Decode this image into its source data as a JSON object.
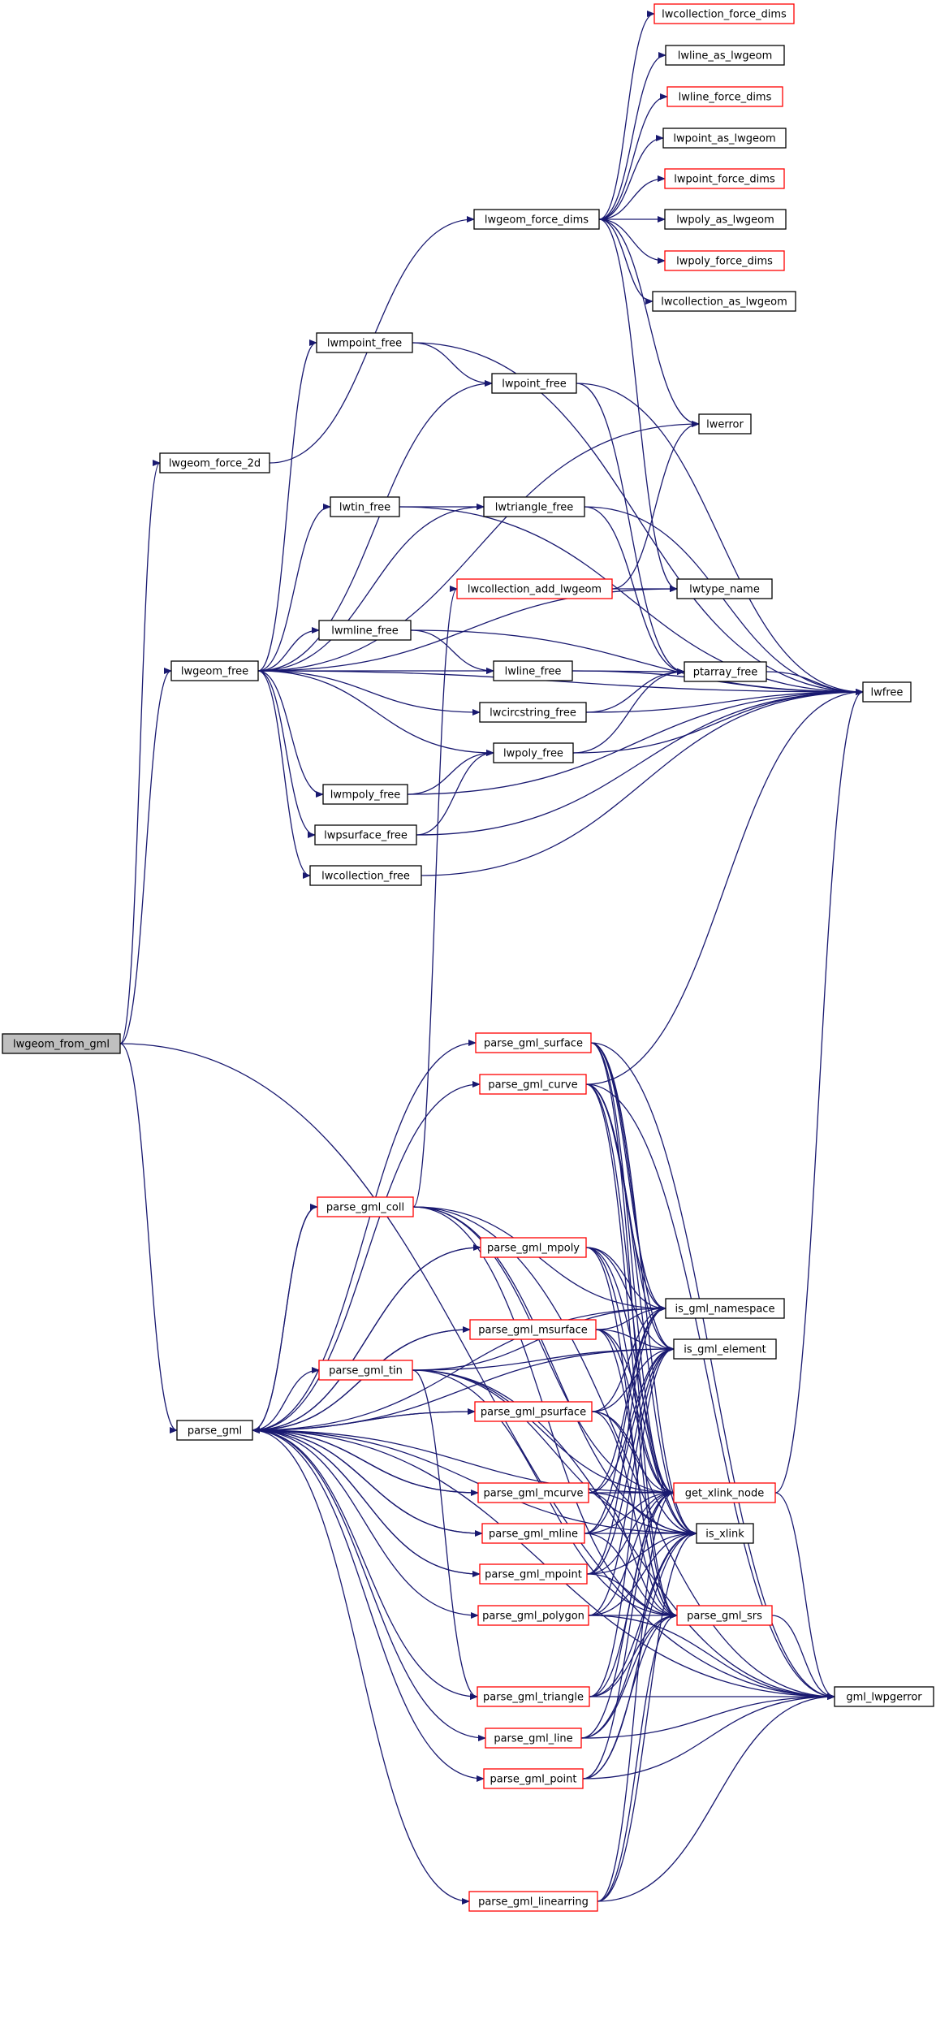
{
  "colors": {
    "edge": "#191970",
    "node_border_default": "#000000",
    "node_border_truncated": "#ff0000",
    "root_fill": "#bfbfbf",
    "node_fill": "#ffffff"
  },
  "nodes": [
    {
      "id": "lwgeom_from_gml",
      "label": "lwgeom_from_gml",
      "style": "root"
    },
    {
      "id": "lwgeom_force_2d",
      "label": "lwgeom_force_2d",
      "style": "normal"
    },
    {
      "id": "lwgeom_force_dims",
      "label": "lwgeom_force_dims",
      "style": "normal"
    },
    {
      "id": "lwcollection_force_dims",
      "label": "lwcollection_force_dims",
      "style": "truncated"
    },
    {
      "id": "lwline_as_lwgeom",
      "label": "lwline_as_lwgeom",
      "style": "normal"
    },
    {
      "id": "lwline_force_dims",
      "label": "lwline_force_dims",
      "style": "truncated"
    },
    {
      "id": "lwpoint_as_lwgeom",
      "label": "lwpoint_as_lwgeom",
      "style": "normal"
    },
    {
      "id": "lwpoint_force_dims",
      "label": "lwpoint_force_dims",
      "style": "truncated"
    },
    {
      "id": "lwpoly_as_lwgeom",
      "label": "lwpoly_as_lwgeom",
      "style": "normal"
    },
    {
      "id": "lwpoly_force_dims",
      "label": "lwpoly_force_dims",
      "style": "truncated"
    },
    {
      "id": "lwcollection_as_lwgeom",
      "label": "lwcollection_as_lwgeom",
      "style": "normal"
    },
    {
      "id": "lwmpoint_free",
      "label": "lwmpoint_free",
      "style": "normal"
    },
    {
      "id": "lwpoint_free",
      "label": "lwpoint_free",
      "style": "normal"
    },
    {
      "id": "lwerror",
      "label": "lwerror",
      "style": "normal"
    },
    {
      "id": "lwtin_free",
      "label": "lwtin_free",
      "style": "normal"
    },
    {
      "id": "lwtriangle_free",
      "label": "lwtriangle_free",
      "style": "normal"
    },
    {
      "id": "lwcollection_add_lwgeom",
      "label": "lwcollection_add_lwgeom",
      "style": "truncated"
    },
    {
      "id": "lwtype_name",
      "label": "lwtype_name",
      "style": "normal"
    },
    {
      "id": "lwmline_free",
      "label": "lwmline_free",
      "style": "normal"
    },
    {
      "id": "lwgeom_free",
      "label": "lwgeom_free",
      "style": "normal"
    },
    {
      "id": "lwline_free",
      "label": "lwline_free",
      "style": "normal"
    },
    {
      "id": "ptarray_free",
      "label": "ptarray_free",
      "style": "normal"
    },
    {
      "id": "lwfree",
      "label": "lwfree",
      "style": "normal"
    },
    {
      "id": "lwcircstring_free",
      "label": "lwcircstring_free",
      "style": "normal"
    },
    {
      "id": "lwpoly_free",
      "label": "lwpoly_free",
      "style": "normal"
    },
    {
      "id": "lwmpoly_free",
      "label": "lwmpoly_free",
      "style": "normal"
    },
    {
      "id": "lwpsurface_free",
      "label": "lwpsurface_free",
      "style": "normal"
    },
    {
      "id": "lwcollection_free",
      "label": "lwcollection_free",
      "style": "normal"
    },
    {
      "id": "parse_gml_surface",
      "label": "parse_gml_surface",
      "style": "truncated"
    },
    {
      "id": "parse_gml_curve",
      "label": "parse_gml_curve",
      "style": "truncated"
    },
    {
      "id": "parse_gml_coll",
      "label": "parse_gml_coll",
      "style": "truncated"
    },
    {
      "id": "parse_gml_mpoly",
      "label": "parse_gml_mpoly",
      "style": "truncated"
    },
    {
      "id": "is_gml_namespace",
      "label": "is_gml_namespace",
      "style": "normal"
    },
    {
      "id": "parse_gml_msurface",
      "label": "parse_gml_msurface",
      "style": "truncated"
    },
    {
      "id": "is_gml_element",
      "label": "is_gml_element",
      "style": "normal"
    },
    {
      "id": "parse_gml_tin",
      "label": "parse_gml_tin",
      "style": "truncated"
    },
    {
      "id": "parse_gml_psurface",
      "label": "parse_gml_psurface",
      "style": "truncated"
    },
    {
      "id": "parse_gml",
      "label": "parse_gml",
      "style": "normal"
    },
    {
      "id": "parse_gml_mcurve",
      "label": "parse_gml_mcurve",
      "style": "truncated"
    },
    {
      "id": "get_xlink_node",
      "label": "get_xlink_node",
      "style": "truncated"
    },
    {
      "id": "parse_gml_mline",
      "label": "parse_gml_mline",
      "style": "truncated"
    },
    {
      "id": "is_xlink",
      "label": "is_xlink",
      "style": "normal"
    },
    {
      "id": "parse_gml_mpoint",
      "label": "parse_gml_mpoint",
      "style": "truncated"
    },
    {
      "id": "parse_gml_polygon",
      "label": "parse_gml_polygon",
      "style": "truncated"
    },
    {
      "id": "parse_gml_srs",
      "label": "parse_gml_srs",
      "style": "truncated"
    },
    {
      "id": "parse_gml_triangle",
      "label": "parse_gml_triangle",
      "style": "truncated"
    },
    {
      "id": "gml_lwpgerror",
      "label": "gml_lwpgerror",
      "style": "normal"
    },
    {
      "id": "parse_gml_line",
      "label": "parse_gml_line",
      "style": "truncated"
    },
    {
      "id": "parse_gml_point",
      "label": "parse_gml_point",
      "style": "truncated"
    },
    {
      "id": "parse_gml_linearring",
      "label": "parse_gml_linearring",
      "style": "truncated"
    }
  ],
  "edges": [
    [
      "lwgeom_from_gml",
      "lwgeom_force_2d"
    ],
    [
      "lwgeom_from_gml",
      "lwgeom_free"
    ],
    [
      "lwgeom_from_gml",
      "parse_gml"
    ],
    [
      "lwgeom_from_gml",
      "gml_lwpgerror"
    ],
    [
      "lwgeom_force_2d",
      "lwgeom_force_dims"
    ],
    [
      "lwgeom_force_dims",
      "lwcollection_force_dims"
    ],
    [
      "lwgeom_force_dims",
      "lwline_as_lwgeom"
    ],
    [
      "lwgeom_force_dims",
      "lwline_force_dims"
    ],
    [
      "lwgeom_force_dims",
      "lwpoint_as_lwgeom"
    ],
    [
      "lwgeom_force_dims",
      "lwpoint_force_dims"
    ],
    [
      "lwgeom_force_dims",
      "lwpoly_as_lwgeom"
    ],
    [
      "lwgeom_force_dims",
      "lwpoly_force_dims"
    ],
    [
      "lwgeom_force_dims",
      "lwcollection_as_lwgeom"
    ],
    [
      "lwgeom_force_dims",
      "lwerror"
    ],
    [
      "lwgeom_force_dims",
      "lwtype_name"
    ],
    [
      "lwgeom_free",
      "lwmpoint_free"
    ],
    [
      "lwgeom_free",
      "lwpoint_free"
    ],
    [
      "lwgeom_free",
      "lwerror"
    ],
    [
      "lwgeom_free",
      "lwtin_free"
    ],
    [
      "lwgeom_free",
      "lwtriangle_free"
    ],
    [
      "lwgeom_free",
      "lwtype_name"
    ],
    [
      "lwgeom_free",
      "lwfree"
    ],
    [
      "lwgeom_free",
      "lwmline_free"
    ],
    [
      "lwgeom_free",
      "lwline_free"
    ],
    [
      "lwgeom_free",
      "lwcircstring_free"
    ],
    [
      "lwgeom_free",
      "lwpoly_free"
    ],
    [
      "lwgeom_free",
      "lwmpoly_free"
    ],
    [
      "lwgeom_free",
      "lwpsurface_free"
    ],
    [
      "lwgeom_free",
      "lwcollection_free"
    ],
    [
      "lwmpoint_free",
      "lwpoint_free"
    ],
    [
      "lwmpoint_free",
      "lwfree"
    ],
    [
      "lwpoint_free",
      "lwfree"
    ],
    [
      "lwpoint_free",
      "ptarray_free"
    ],
    [
      "lwtin_free",
      "lwtriangle_free"
    ],
    [
      "lwtin_free",
      "lwfree"
    ],
    [
      "lwtriangle_free",
      "lwfree"
    ],
    [
      "lwtriangle_free",
      "ptarray_free"
    ],
    [
      "lwmline_free",
      "lwline_free"
    ],
    [
      "lwmline_free",
      "lwfree"
    ],
    [
      "lwline_free",
      "ptarray_free"
    ],
    [
      "lwline_free",
      "lwfree"
    ],
    [
      "lwcircstring_free",
      "ptarray_free"
    ],
    [
      "lwcircstring_free",
      "lwfree"
    ],
    [
      "lwpoly_free",
      "ptarray_free"
    ],
    [
      "lwpoly_free",
      "lwfree"
    ],
    [
      "lwmpoly_free",
      "lwpoly_free"
    ],
    [
      "lwmpoly_free",
      "lwfree"
    ],
    [
      "lwpsurface_free",
      "lwpoly_free"
    ],
    [
      "lwpsurface_free",
      "lwfree"
    ],
    [
      "lwcollection_free",
      "lwfree"
    ],
    [
      "ptarray_free",
      "lwfree"
    ],
    [
      "lwcollection_add_lwgeom",
      "lwerror"
    ],
    [
      "lwcollection_add_lwgeom",
      "lwtype_name"
    ],
    [
      "parse_gml",
      "parse_gml_surface"
    ],
    [
      "parse_gml",
      "parse_gml_curve"
    ],
    [
      "parse_gml",
      "parse_gml_coll"
    ],
    [
      "parse_gml",
      "parse_gml_mpoly"
    ],
    [
      "parse_gml",
      "parse_gml_msurface"
    ],
    [
      "parse_gml",
      "parse_gml_tin"
    ],
    [
      "parse_gml",
      "parse_gml_psurface"
    ],
    [
      "parse_gml",
      "parse_gml_mcurve"
    ],
    [
      "parse_gml",
      "parse_gml_mline"
    ],
    [
      "parse_gml",
      "parse_gml_mpoint"
    ],
    [
      "parse_gml",
      "parse_gml_polygon"
    ],
    [
      "parse_gml",
      "parse_gml_triangle"
    ],
    [
      "parse_gml",
      "parse_gml_line"
    ],
    [
      "parse_gml",
      "parse_gml_point"
    ],
    [
      "parse_gml",
      "parse_gml_linearring"
    ],
    [
      "parse_gml",
      "is_gml_namespace"
    ],
    [
      "parse_gml",
      "is_gml_element"
    ],
    [
      "parse_gml",
      "get_xlink_node"
    ],
    [
      "parse_gml",
      "is_xlink"
    ],
    [
      "parse_gml",
      "gml_lwpgerror"
    ],
    [
      "parse_gml_coll",
      "parse_gml"
    ],
    [
      "parse_gml_mpoly",
      "parse_gml"
    ],
    [
      "parse_gml_msurface",
      "parse_gml"
    ],
    [
      "parse_gml_psurface",
      "parse_gml"
    ],
    [
      "parse_gml_mcurve",
      "parse_gml"
    ],
    [
      "parse_gml_mline",
      "parse_gml"
    ],
    [
      "parse_gml_mpoint",
      "parse_gml"
    ],
    [
      "parse_gml_surface",
      "is_gml_namespace"
    ],
    [
      "parse_gml_surface",
      "is_gml_element"
    ],
    [
      "parse_gml_surface",
      "get_xlink_node"
    ],
    [
      "parse_gml_surface",
      "is_xlink"
    ],
    [
      "parse_gml_surface",
      "parse_gml_srs"
    ],
    [
      "parse_gml_surface",
      "gml_lwpgerror"
    ],
    [
      "parse_gml_curve",
      "is_gml_namespace"
    ],
    [
      "parse_gml_curve",
      "is_gml_element"
    ],
    [
      "parse_gml_curve",
      "get_xlink_node"
    ],
    [
      "parse_gml_curve",
      "is_xlink"
    ],
    [
      "parse_gml_curve",
      "parse_gml_srs"
    ],
    [
      "parse_gml_curve",
      "gml_lwpgerror"
    ],
    [
      "parse_gml_curve",
      "lwfree"
    ],
    [
      "parse_gml_coll",
      "lwcollection_add_lwgeom"
    ],
    [
      "parse_gml_coll",
      "is_gml_namespace"
    ],
    [
      "parse_gml_coll",
      "get_xlink_node"
    ],
    [
      "parse_gml_coll",
      "is_xlink"
    ],
    [
      "parse_gml_coll",
      "parse_gml_srs"
    ],
    [
      "parse_gml_coll",
      "gml_lwpgerror"
    ],
    [
      "parse_gml_mpoly",
      "is_gml_namespace"
    ],
    [
      "parse_gml_mpoly",
      "is_gml_element"
    ],
    [
      "parse_gml_mpoly",
      "get_xlink_node"
    ],
    [
      "parse_gml_mpoly",
      "is_xlink"
    ],
    [
      "parse_gml_mpoly",
      "parse_gml_srs"
    ],
    [
      "parse_gml_msurface",
      "is_gml_namespace"
    ],
    [
      "parse_gml_msurface",
      "is_gml_element"
    ],
    [
      "parse_gml_msurface",
      "get_xlink_node"
    ],
    [
      "parse_gml_msurface",
      "is_xlink"
    ],
    [
      "parse_gml_msurface",
      "parse_gml_srs"
    ],
    [
      "parse_gml_tin",
      "is_gml_namespace"
    ],
    [
      "parse_gml_tin",
      "is_gml_element"
    ],
    [
      "parse_gml_tin",
      "get_xlink_node"
    ],
    [
      "parse_gml_tin",
      "is_xlink"
    ],
    [
      "parse_gml_tin",
      "parse_gml_srs"
    ],
    [
      "parse_gml_tin",
      "parse_gml_triangle"
    ],
    [
      "parse_gml_tin",
      "gml_lwpgerror"
    ],
    [
      "parse_gml_psurface",
      "is_gml_namespace"
    ],
    [
      "parse_gml_psurface",
      "is_gml_element"
    ],
    [
      "parse_gml_psurface",
      "get_xlink_node"
    ],
    [
      "parse_gml_psurface",
      "is_xlink"
    ],
    [
      "parse_gml_psurface",
      "parse_gml_srs"
    ],
    [
      "parse_gml_mcurve",
      "is_gml_namespace"
    ],
    [
      "parse_gml_mcurve",
      "is_gml_element"
    ],
    [
      "parse_gml_mcurve",
      "get_xlink_node"
    ],
    [
      "parse_gml_mcurve",
      "is_xlink"
    ],
    [
      "parse_gml_mcurve",
      "parse_gml_srs"
    ],
    [
      "parse_gml_mline",
      "is_gml_namespace"
    ],
    [
      "parse_gml_mline",
      "is_gml_element"
    ],
    [
      "parse_gml_mline",
      "get_xlink_node"
    ],
    [
      "parse_gml_mline",
      "is_xlink"
    ],
    [
      "parse_gml_mline",
      "parse_gml_srs"
    ],
    [
      "parse_gml_mpoint",
      "is_gml_namespace"
    ],
    [
      "parse_gml_mpoint",
      "is_gml_element"
    ],
    [
      "parse_gml_mpoint",
      "get_xlink_node"
    ],
    [
      "parse_gml_mpoint",
      "is_xlink"
    ],
    [
      "parse_gml_mpoint",
      "parse_gml_srs"
    ],
    [
      "parse_gml_polygon",
      "is_gml_element"
    ],
    [
      "parse_gml_polygon",
      "get_xlink_node"
    ],
    [
      "parse_gml_polygon",
      "is_xlink"
    ],
    [
      "parse_gml_polygon",
      "parse_gml_srs"
    ],
    [
      "parse_gml_polygon",
      "gml_lwpgerror"
    ],
    [
      "parse_gml_triangle",
      "is_gml_element"
    ],
    [
      "parse_gml_triangle",
      "get_xlink_node"
    ],
    [
      "parse_gml_triangle",
      "is_xlink"
    ],
    [
      "parse_gml_triangle",
      "parse_gml_srs"
    ],
    [
      "parse_gml_triangle",
      "gml_lwpgerror"
    ],
    [
      "parse_gml_line",
      "get_xlink_node"
    ],
    [
      "parse_gml_line",
      "is_xlink"
    ],
    [
      "parse_gml_line",
      "parse_gml_srs"
    ],
    [
      "parse_gml_line",
      "gml_lwpgerror"
    ],
    [
      "parse_gml_point",
      "get_xlink_node"
    ],
    [
      "parse_gml_point",
      "is_xlink"
    ],
    [
      "parse_gml_point",
      "parse_gml_srs"
    ],
    [
      "parse_gml_point",
      "gml_lwpgerror"
    ],
    [
      "parse_gml_linearring",
      "get_xlink_node"
    ],
    [
      "parse_gml_linearring",
      "is_xlink"
    ],
    [
      "parse_gml_linearring",
      "parse_gml_srs"
    ],
    [
      "parse_gml_linearring",
      "gml_lwpgerror"
    ],
    [
      "get_xlink_node",
      "lwfree"
    ],
    [
      "get_xlink_node",
      "gml_lwpgerror"
    ],
    [
      "parse_gml_srs",
      "gml_lwpgerror"
    ]
  ]
}
